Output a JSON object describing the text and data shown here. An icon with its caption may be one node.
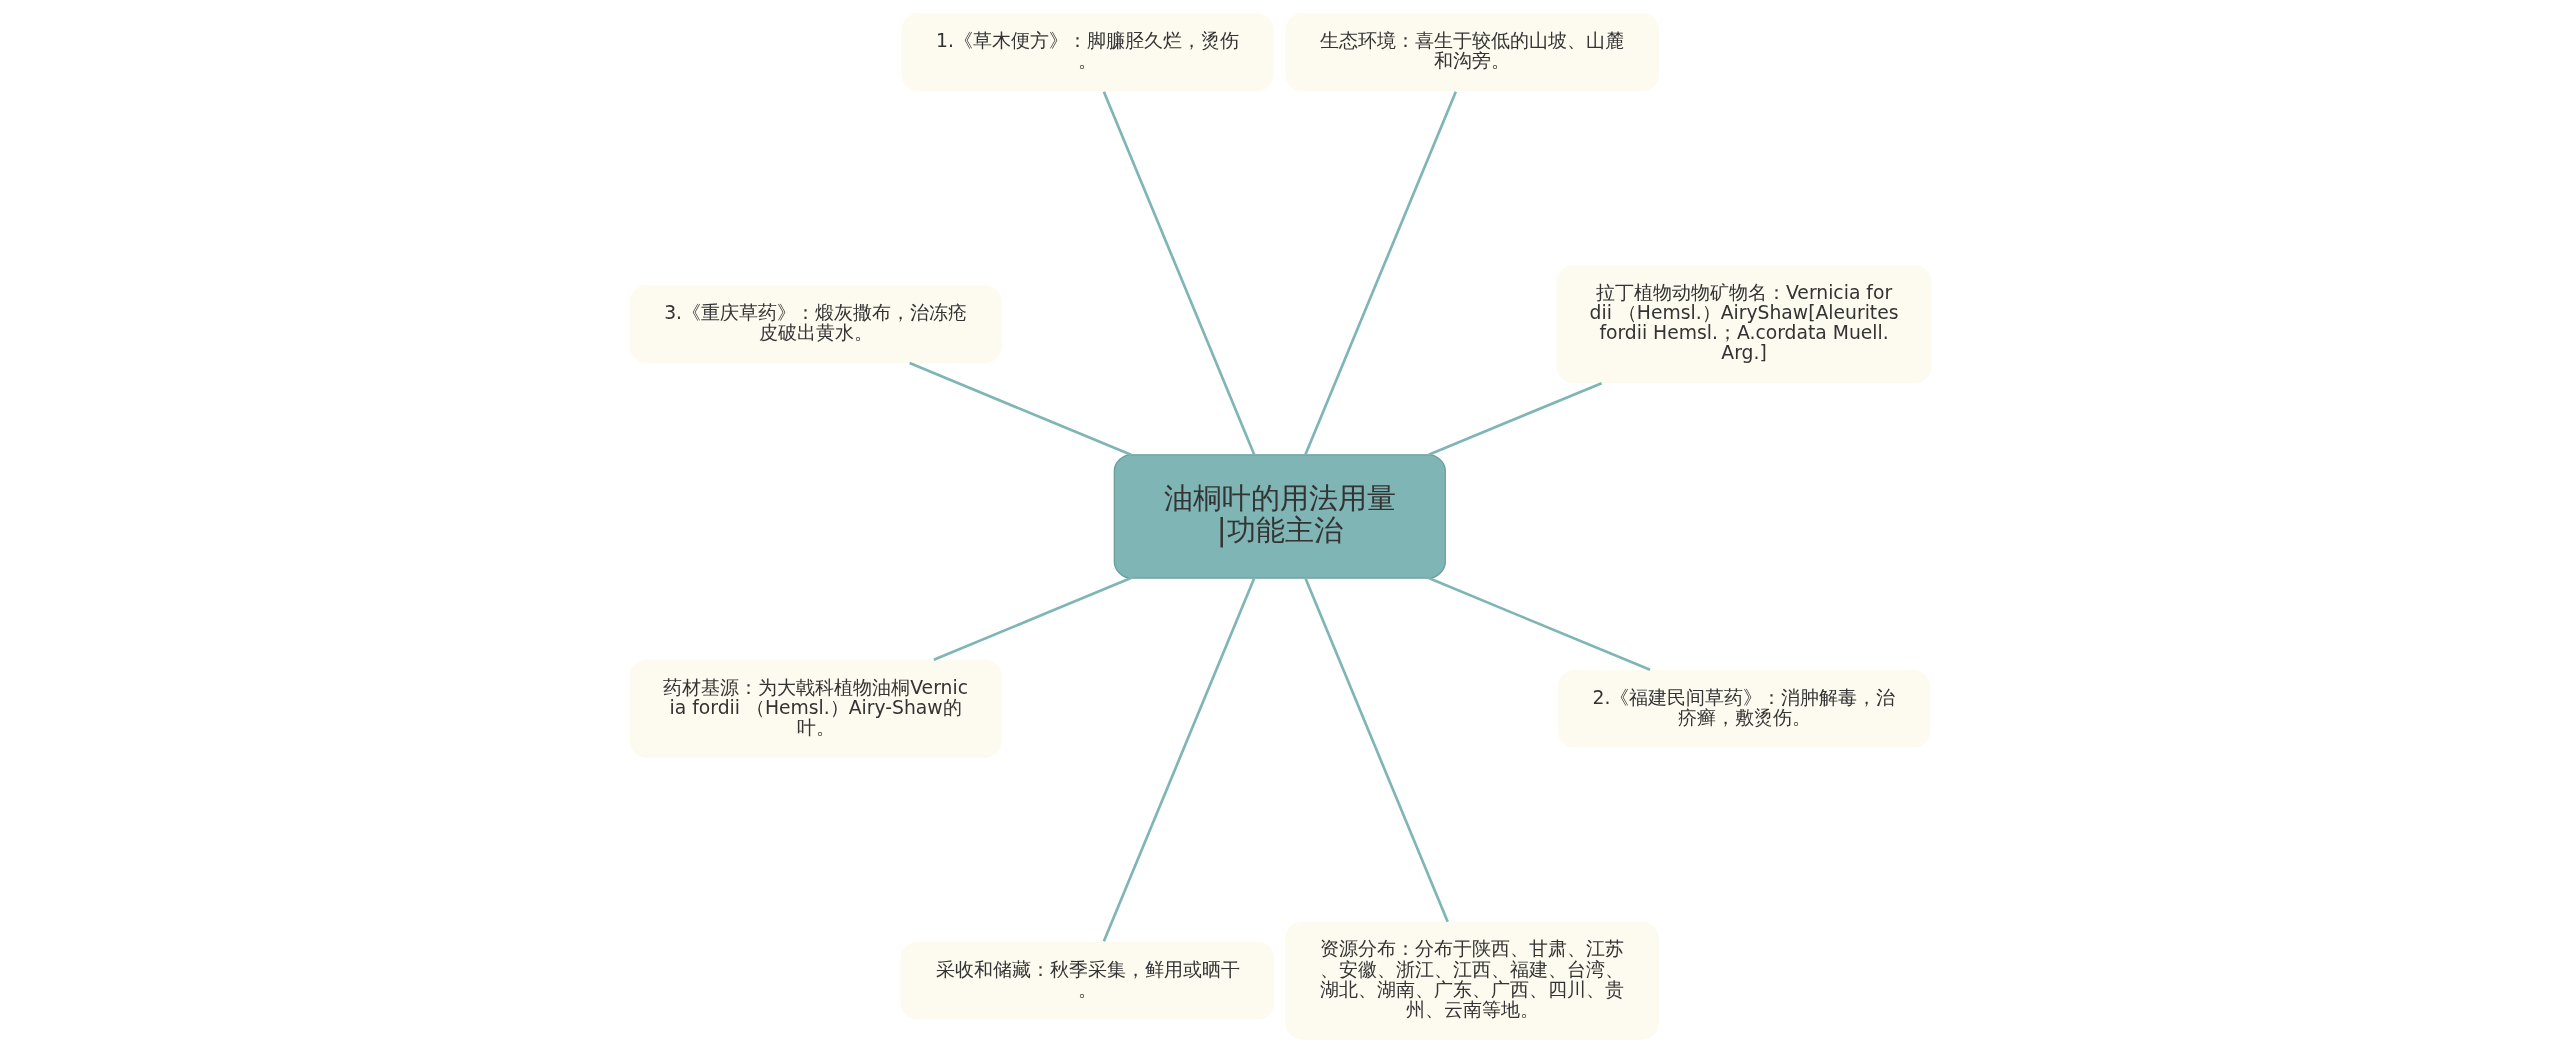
{
  "diagram": {
    "nodes": [
      {
        "text": [
          "油桐叶的用法用量|功能主治"
        ]
      },
      {
        "text": [
          "拉丁植物动物矿物名：Vernicia fordii （Hemsl.）AiryShaw[Aleurites fordii Hemsl.；A.cordata Muell.Arg.]"
        ]
      },
      {
        "text": [
          "生态环境：喜生于较低的山坡、山麓和沟旁。"
        ]
      },
      {
        "text": [
          "1.《草木便方》：脚臁胫久烂，烫伤。"
        ]
      },
      {
        "text": [
          "3.《重庆草药》：煅灰撒布，治冻疮皮破出黄水。"
        ]
      },
      {
        "text": [
          "药材基源：为大戟科植物油桐Vernicia fordii （Hemsl.）Airy-Shaw的叶。"
        ]
      },
      {
        "text": [
          "采收和储藏：秋季采集，鲜用或晒干。"
        ]
      },
      {
        "text": [
          "资源分布：分布于陕西、甘肃、江苏、安徽、浙江、江西、福建、台湾、湖北、湖南、广东、广西、四川、贵州、云南等地。"
        ]
      },
      {
        "text": [
          "2.《福建民间草药》：消肿解毒，治疥癣，敷烫伤。"
        ]
      }
    ],
    "edges": [
      {
        "from": 0,
        "to": 1,
        "arrow": "none"
      },
      {
        "from": 0,
        "to": 2,
        "arrow": "none"
      },
      {
        "from": 0,
        "to": 3,
        "arrow": "none"
      },
      {
        "from": 0,
        "to": 4,
        "arrow": "none"
      },
      {
        "from": 0,
        "to": 5,
        "arrow": "none"
      },
      {
        "from": 0,
        "to": 6,
        "arrow": "none"
      },
      {
        "from": 0,
        "to": 7,
        "arrow": "none"
      },
      {
        "from": 0,
        "to": 8,
        "arrow": "none"
      }
    ]
  }
}
